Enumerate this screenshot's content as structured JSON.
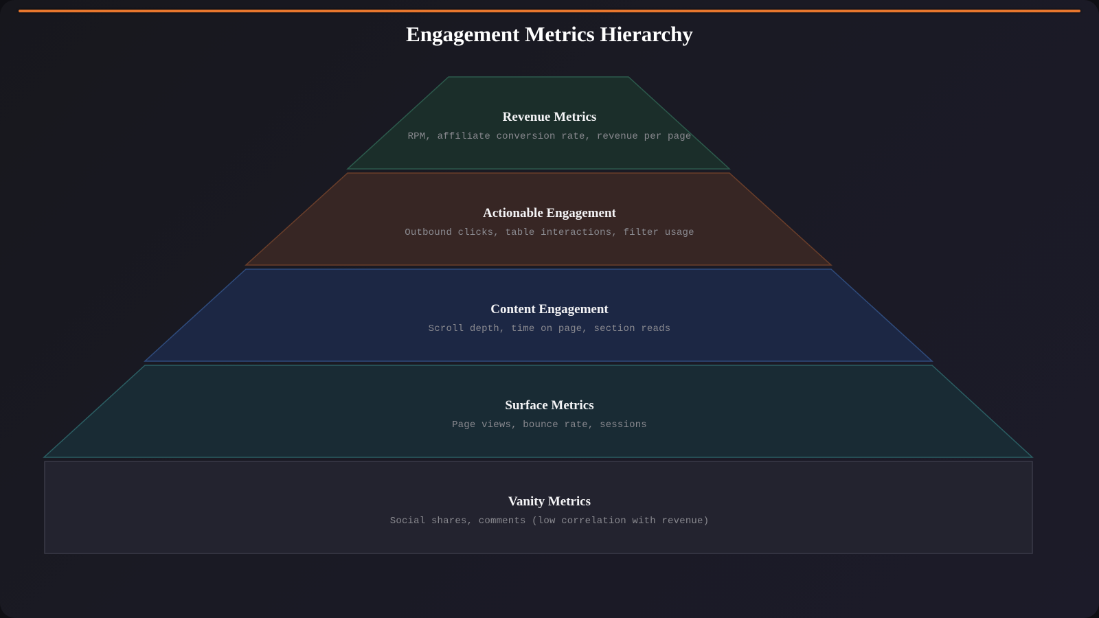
{
  "title": "Engagement Metrics Hierarchy",
  "accent_color": "#e8772e",
  "levels": [
    {
      "name": "Revenue Metrics",
      "description": "RPM, affiliate conversion rate, revenue per page",
      "fill": "#1b2e2a",
      "stroke": "#2c5a4c"
    },
    {
      "name": "Actionable Engagement",
      "description": "Outbound clicks, table interactions, filter usage",
      "fill": "#372624",
      "stroke": "#6a3e2a"
    },
    {
      "name": "Content Engagement",
      "description": "Scroll depth, time on page, section reads",
      "fill": "#1c2744",
      "stroke": "#2f4b7c"
    },
    {
      "name": "Surface Metrics",
      "description": "Page views, bounce rate, sessions",
      "fill": "#192b34",
      "stroke": "#2b5e63"
    },
    {
      "name": "Vanity Metrics",
      "description": "Social shares, comments (low correlation with revenue)",
      "fill": "#23232f",
      "stroke": "#3a3a48"
    }
  ]
}
